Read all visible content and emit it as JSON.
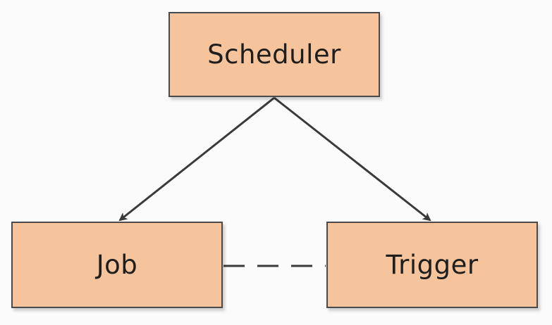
{
  "diagram": {
    "nodes": {
      "scheduler": {
        "label": "Scheduler"
      },
      "job": {
        "label": "Job"
      },
      "trigger": {
        "label": "Trigger"
      }
    },
    "edges": [
      {
        "from": "scheduler",
        "to": "job",
        "style": "solid",
        "arrow": "end"
      },
      {
        "from": "scheduler",
        "to": "trigger",
        "style": "solid",
        "arrow": "end"
      },
      {
        "from": "job",
        "to": "trigger",
        "style": "dashed",
        "arrow": "none"
      }
    ],
    "colors": {
      "node_fill": "#f5c49c",
      "node_border": "#4a4a4a",
      "edge": "#3a3a3a",
      "text": "#1e1e1e",
      "background": "#fbfbfb"
    }
  }
}
